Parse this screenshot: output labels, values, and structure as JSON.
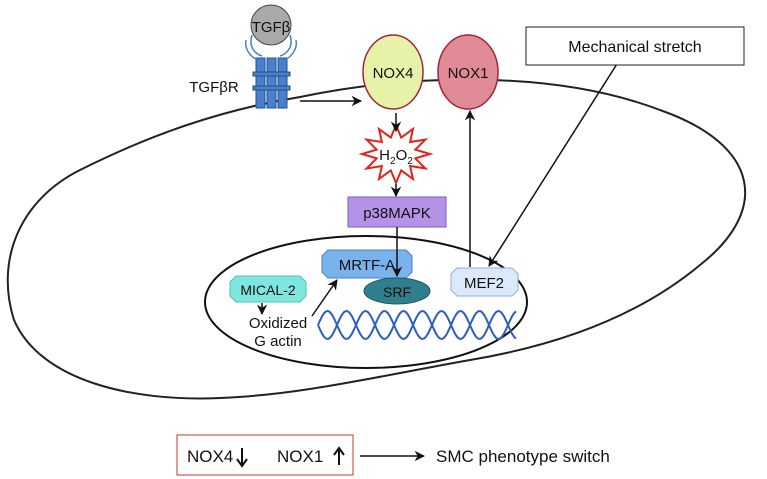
{
  "labels": {
    "tgfb": "TGFβ",
    "tgfbr": "TGFβR",
    "nox4": "NOX4",
    "nox1": "NOX1",
    "mechanical_stretch": "Mechanical stretch",
    "h2o2_h": "H",
    "h2o2_sub1": "2",
    "h2o2_o": "O",
    "h2o2_sub2": "2",
    "p38": "p38MAPK",
    "mrtfa": "MRTF-A",
    "srf": "SRF",
    "mef2": "MEF2",
    "mical2": "MICAL-2",
    "oxidized_line1": "Oxidized",
    "oxidized_line2": "G actin",
    "legend_nox4": "NOX4",
    "legend_nox1": "NOX1",
    "smc_switch": "SMC phenotype switch"
  },
  "colors": {
    "tgfb_fill": "#a9a9a9",
    "receptor_fill": "#4a7fc9",
    "receptor_stroke": "#1f4f93",
    "nox4_fill": "#e6f2a8",
    "nox4_stroke": "#a0243c",
    "nox1_fill": "#e08a95",
    "nox1_stroke": "#a0243c",
    "burst_stroke": "#e0231b",
    "p38_fill": "#b493e6",
    "mrtfa_fill": "#7ab2ee",
    "srf_fill": "#2f7f8c",
    "mef2_fill": "#dbe9fb",
    "mical2_fill": "#7fe6df",
    "dna_color": "#2d5fbf",
    "legend_border": "#c0392b"
  },
  "icons": {
    "down_arrow": "down-arrow-icon",
    "up_arrow": "up-arrow-icon"
  }
}
